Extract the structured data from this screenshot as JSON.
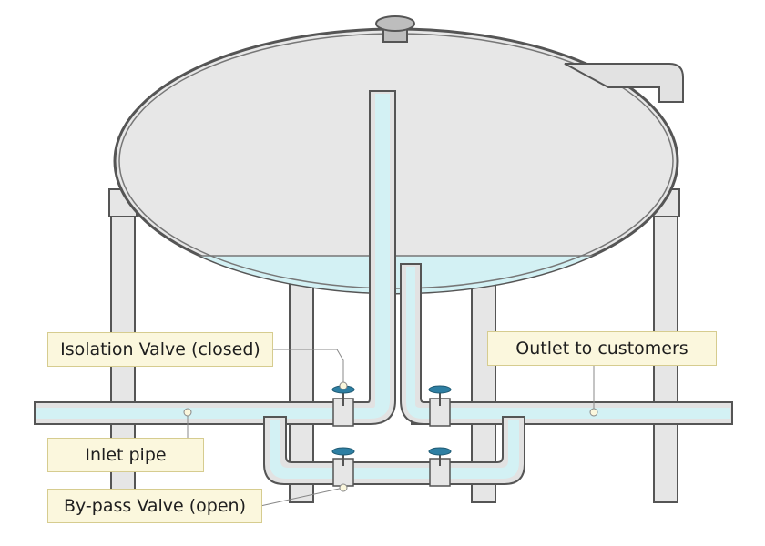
{
  "diagram": {
    "labels": {
      "isolation_valve": "Isolation Valve (closed)",
      "outlet": "Outlet to customers",
      "inlet_pipe": "Inlet pipe",
      "bypass_valve": "By-pass Valve (open)"
    },
    "colors": {
      "tank_fill": "#e7e7e7",
      "tank_outline": "#555555",
      "water": "#d3f1f4",
      "pipe_outline": "#555555",
      "valve_handle": "#2e7fa3",
      "callout_fill": "#fbf7dd",
      "callout_border": "#d6cc8f",
      "leader_line": "#888888"
    }
  }
}
